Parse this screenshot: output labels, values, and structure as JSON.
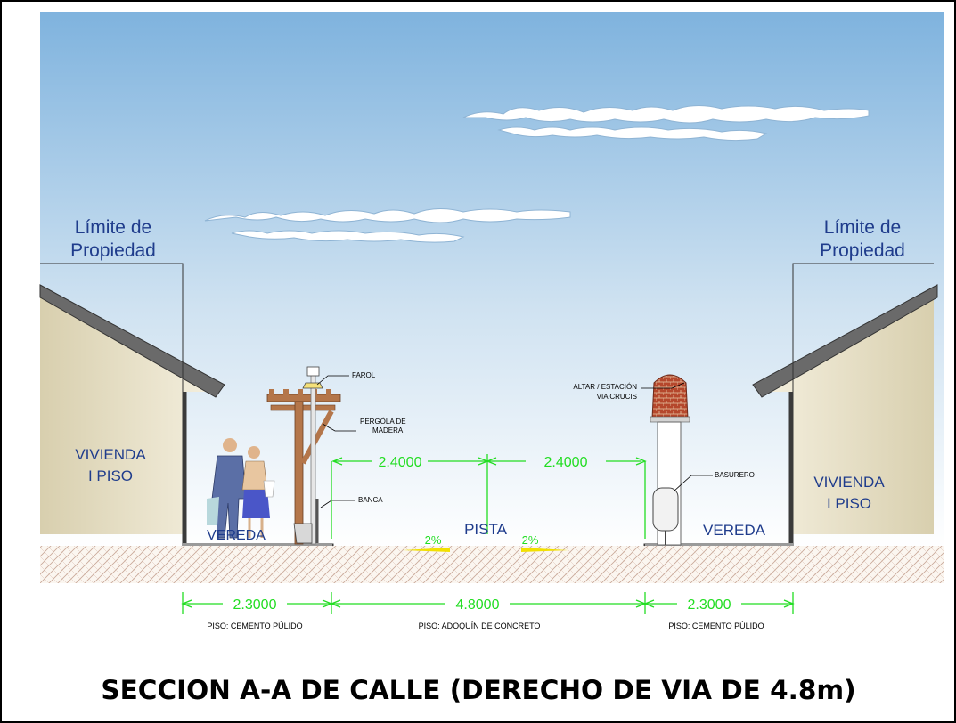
{
  "title": "SECCION A-A DE CALLE (DERECHO DE VIA DE 4.8m)",
  "property_limit": {
    "left": [
      "Límite de",
      "Propiedad"
    ],
    "right": [
      "Límite de",
      "Propiedad"
    ]
  },
  "houses": {
    "left": [
      "VIVIENDA",
      "I PISO"
    ],
    "right": [
      "VIVIENDA",
      "I PISO"
    ]
  },
  "zones": {
    "vereda_left": "VEREDA",
    "pista": "PISTA",
    "vereda_right": "VEREDA"
  },
  "slopes": {
    "left": "2%",
    "right": "2%"
  },
  "callouts": {
    "farol": "FAROL",
    "pergola": [
      "PERGÓLA DE",
      "MADERA"
    ],
    "banca": "BANCA",
    "altar": [
      "ALTAR / ESTACIÓN",
      "VIA CRUCIS"
    ],
    "basurero": "BASURERO"
  },
  "dimensions": {
    "upper_left": "2.4000",
    "upper_right": "2.4000",
    "lower_left": "2.3000",
    "lower_center": "4.8000",
    "lower_right": "2.3000"
  },
  "floors": {
    "left": "PISO: CEMENTO PÚLIDO",
    "center": "PISO: ADOQUÍN DE CONCRETO",
    "right": "PISO: CEMENTO PÚLIDO"
  },
  "colors": {
    "sky_top": "#7fb3de",
    "sky_bottom": "#ffffff",
    "dimension": "#22dd22",
    "label_blue": "#1f3c8c",
    "house_fill": "#ece4cc",
    "wood": "#b4764a",
    "title": "#000000"
  }
}
